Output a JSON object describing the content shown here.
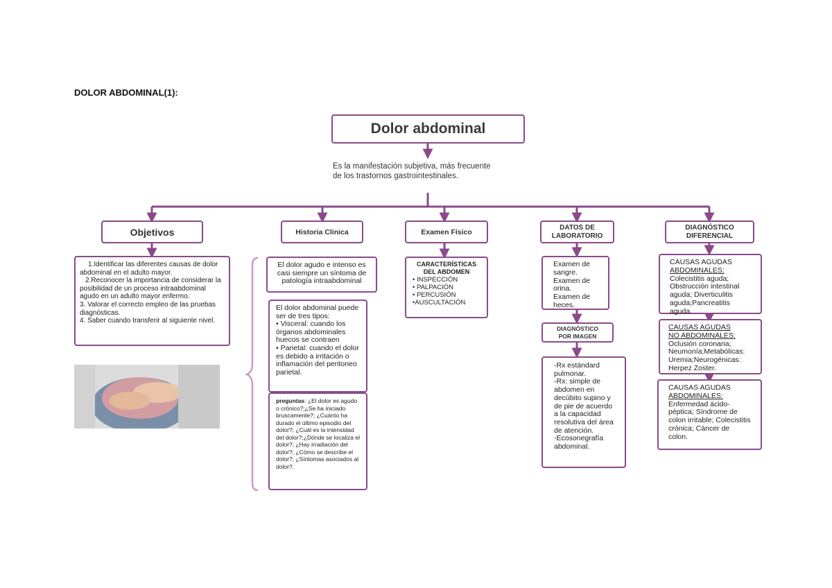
{
  "doc_title": "DOLOR ABDOMINAL(1):",
  "main": {
    "title": "Dolor abdominal",
    "description_line1": "Es la manifestación subjetiva, más frecuente",
    "description_line2": "de los trastornos gastrointestinales."
  },
  "objetivos": {
    "header": "Objetivos",
    "items": [
      "1.Identificar las diferentes causas de dolor abdominal en el adulto mayor.",
      "2.Reconocer la importancia de considerar la posibilidad de un proceso intraabdominal agudo en un adulto mayor enfermo.",
      "3. Valorar el correcto empleo de las pruebas diagnósticas.",
      "4. Saber cuando transferir al siguiente nivel."
    ]
  },
  "historia": {
    "header": "Historia Clinica",
    "intro": "El dolor agudo e intenso es casi siempre un síntoma de patología intraabdominal",
    "tipos_intro": "El dolor abdominal puede ser de tres tipos:",
    "tipos": [
      "• Visceral: cuando los órganos abdominales huecos se contraen",
      "• Parietal: cuando el dolor es debido a irritación o inflamación del peritoneo parietal."
    ],
    "preguntas_label": "preguntas",
    "preguntas_text": ": ¿El dolor es agudo o crónico?;¿Se ha iniciado bruscamente?; ¿Cuánto ha durado el último episodio del dolor?; ¿Cuál es la intensidad del dolor?;¿Dónde se localiza el dolor?; ¿Hay irradiación del dolor?; ¿Cómo se describe el dolor?; ¿Síntomas asociados al dolor?."
  },
  "examen": {
    "header": "Examen Físico",
    "sub_line1": "CARACTERÍSTICAS",
    "sub_line2": "DEL ABDOMEN",
    "items": [
      "• INSPECCIÓN",
      "• PALPACIÓN",
      "• PERCUSIÓN",
      "•AUSCULTACIÓN"
    ]
  },
  "laboratorio": {
    "header_line1": "DATOS DE",
    "header_line2": "LABORATORIO",
    "items": [
      "Examen de sangre.",
      "Examen de orina.",
      "Examen de heces."
    ],
    "imagen_header_line1": "DIAGNÓSTICO",
    "imagen_header_line2": "POR IMAGEN",
    "imagen_items": [
      "-Rx estándard pulmonar.",
      "-Rx: simple de abdomen en decúbito supino y de pie de acuerdo a la capacidad resolutiva del área de atención.",
      "-Ecosonegrafía abdominal."
    ]
  },
  "diferencial": {
    "header_line1": "DIAGNÓSTICO",
    "header_line2": "DIFERENCIAL",
    "box1_title_a": "CAUSAS AGUDAS",
    "box1_title_b": "ABDOMINALES:",
    "box1_text": "Colecistitis aguda; Obstrucción intestinal aguda; Diverticulitis aguda;Pancreatitis aguda.",
    "box2_title_a": "CAUSAS AGUDAS",
    "box2_title_b": "NO ABDOMINALES:",
    "box2_text": "Oclusión coronaria; Neumonía;Metabólicas: Uremia;Neurogénicas: Herpez Zoster.",
    "box3_title_a": "CAUSAS AGUDAS",
    "box3_title_b": "ABDOMINALES:",
    "box3_text": "Enfermedad ácido-péptica; Síndrome de colon irritable; Colecistitis crónica; Cáncer de colon."
  },
  "colors": {
    "accent": "#8a4a8a",
    "bracket": "#c89ac8"
  },
  "icons": [
    "abdominal-pain-photo"
  ]
}
